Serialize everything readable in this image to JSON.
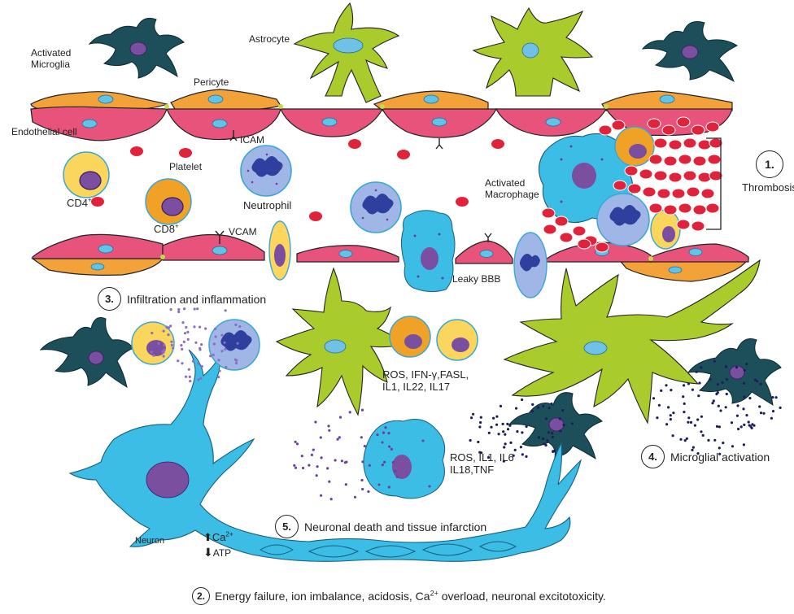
{
  "labels": {
    "activated_microglia_1": "Activated",
    "activated_microglia_2": "Microglia",
    "pericyte": "Pericyte",
    "astrocyte": "Astrocyte",
    "endothelial_cell": "Endothelial cell",
    "icam": "ICAM",
    "platelet": "Platelet",
    "cd4": "CD4",
    "cd8": "CD8",
    "plus": "+",
    "neutrophil": "Neutrophil",
    "vcam": "VCAM",
    "activated_macrophage_1": "Activated",
    "activated_macrophage_2": "Macrophage",
    "leaky_bbb": "Leaky BBB",
    "neuron": "Neuron",
    "ca": "Ca",
    "ca_sup": "2+",
    "atp": "ATP",
    "cytokines_1_line1": "ROS, IFN-γ,FASL,",
    "cytokines_1_line2": "IL1, IL22, IL17",
    "cytokines_2_line1": "ROS, IL1, IL6",
    "cytokines_2_line2": "IL18,TNF"
  },
  "steps": {
    "s1": {
      "num": "1.",
      "text": "Thrombosis"
    },
    "s2": {
      "num": "2.",
      "text_a": "Energy failure, ion imbalance, acidosis, Ca",
      "sup": "2+",
      "text_b": " overload, neuronal excitotoxicity."
    },
    "s3": {
      "num": "3.",
      "text": "Infiltration and inflammation"
    },
    "s4": {
      "num": "4.",
      "text": "Microglial activation"
    },
    "s5": {
      "num": "5.",
      "text": "Neuronal death and tissue infarction"
    }
  },
  "colors": {
    "endothelial": "#e8537c",
    "pericyte": "#f3a23a",
    "astrocyte": "#a9cc2c",
    "microglia": "#1d4f5a",
    "nucleus": "#7b4fa0",
    "endo_nucleus": "#5fc4e8",
    "rbc": "#e0233a",
    "neutrophil_body": "#9fb6e6",
    "neutrophil_nucleus": "#2e3f9e",
    "macrophage": "#3bbde6",
    "neuron": "#3bbde6",
    "tcell_yellow": "#fbd65c",
    "tcell_orange": "#f0a226",
    "dots": "#6b3fa0"
  }
}
